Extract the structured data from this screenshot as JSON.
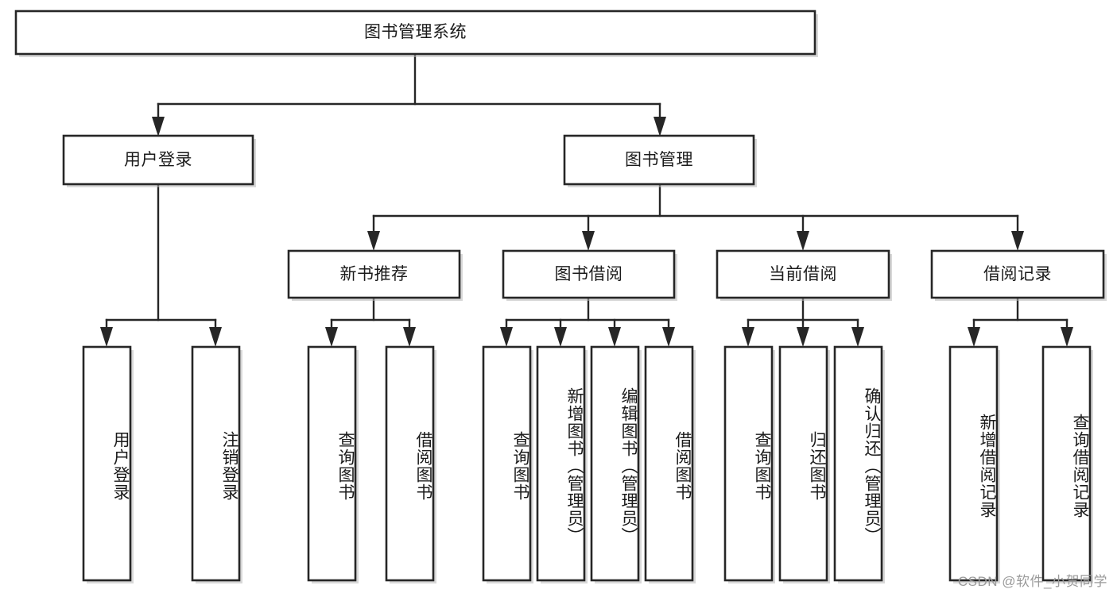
{
  "diagram": {
    "title": "图书管理系统",
    "type": "tree-hierarchy-chart",
    "colors": {
      "box_stroke": "#262626",
      "box_fill": "#ffffff",
      "connector": "#262626",
      "background": "#ffffff",
      "watermark": "#9a9a9a"
    },
    "root": {
      "label": "图书管理系统"
    },
    "level2": [
      {
        "label": "用户登录"
      },
      {
        "label": "图书管理"
      }
    ],
    "level3": [
      {
        "label": "新书推荐"
      },
      {
        "label": "图书借阅"
      },
      {
        "label": "当前借阅"
      },
      {
        "label": "借阅记录"
      }
    ],
    "leaves": {
      "user_login": [
        {
          "label": "用户登录"
        },
        {
          "label": "注销登录"
        }
      ],
      "new_book_recommend": [
        {
          "label": "查询图书"
        },
        {
          "label": "借阅图书"
        }
      ],
      "book_borrow": [
        {
          "label": "查询图书"
        },
        {
          "label": "新增图书（管理员）"
        },
        {
          "label": "编辑图书（管理员）"
        },
        {
          "label": "借阅图书"
        }
      ],
      "current_borrow": [
        {
          "label": "查询图书"
        },
        {
          "label": "归还图书"
        },
        {
          "label": "确认归还（管理员）"
        }
      ],
      "borrow_record": [
        {
          "label": "新增借阅记录"
        },
        {
          "label": "查询借阅记录"
        }
      ]
    }
  },
  "watermark": {
    "text": "CSDN @软件_小贺同学"
  }
}
